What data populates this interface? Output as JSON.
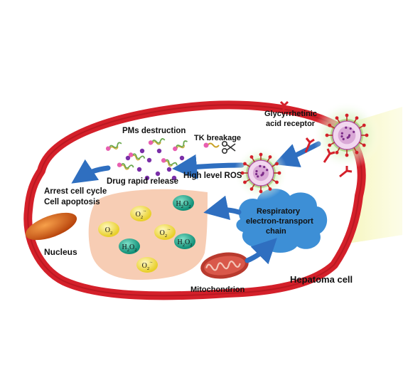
{
  "labels": {
    "pms_destruction": "PMs destruction",
    "glycyrrhetinic_line1": "Glycyrrhetinic",
    "glycyrrhetinic_line2": "acid receptor",
    "tk_breakage": "TK breakage",
    "high_level_ros": "High level ROS",
    "drug_rapid_release": "Drug rapid release",
    "arrest_cell_cycle": "Arrest cell cycle",
    "cell_apoptosis": "Cell apoptosis",
    "nucleus": "Nucleus",
    "respiratory_line1": "Respiratory",
    "respiratory_line2": "electron-transport",
    "respiratory_line3": "chain",
    "mitochondrion": "Mitochondrion",
    "hepatoma_cell": "Hepatoma cell"
  },
  "molecules": [
    {
      "base": "O",
      "sub": "2",
      "sup": "·-",
      "kind": "superoxide"
    },
    {
      "base": "H",
      "sub": "2",
      "tail": "O",
      "tail_sub": "2",
      "kind": "peroxide"
    },
    {
      "base": "O",
      "sub": "2",
      "kind": "superoxide"
    },
    {
      "base": "O",
      "sub": "2",
      "sup": "·-",
      "kind": "superoxide"
    },
    {
      "base": "H",
      "sub": "2",
      "tail": "O",
      "tail_sub": "2",
      "kind": "peroxide"
    },
    {
      "base": "H",
      "sub": "2",
      "tail": "O",
      "tail_sub": "2",
      "kind": "peroxide"
    },
    {
      "base": "O",
      "sub": "2",
      "sup": "·-",
      "kind": "superoxide"
    }
  ],
  "colors": {
    "membrane": "#d4202a",
    "membrane_dark": "#a8141c",
    "arrow_blue": "#2f6fc0",
    "ros_pool": "#f7cdb4",
    "cloud": "#3d8fd6",
    "nucleus": "#e06a1a",
    "mito": "#b93a2e",
    "superoxide": "#f6e25a",
    "peroxide": "#23a98f",
    "nanoparticle_core": "#e9c6e8",
    "glow": "#c8ecb0"
  }
}
